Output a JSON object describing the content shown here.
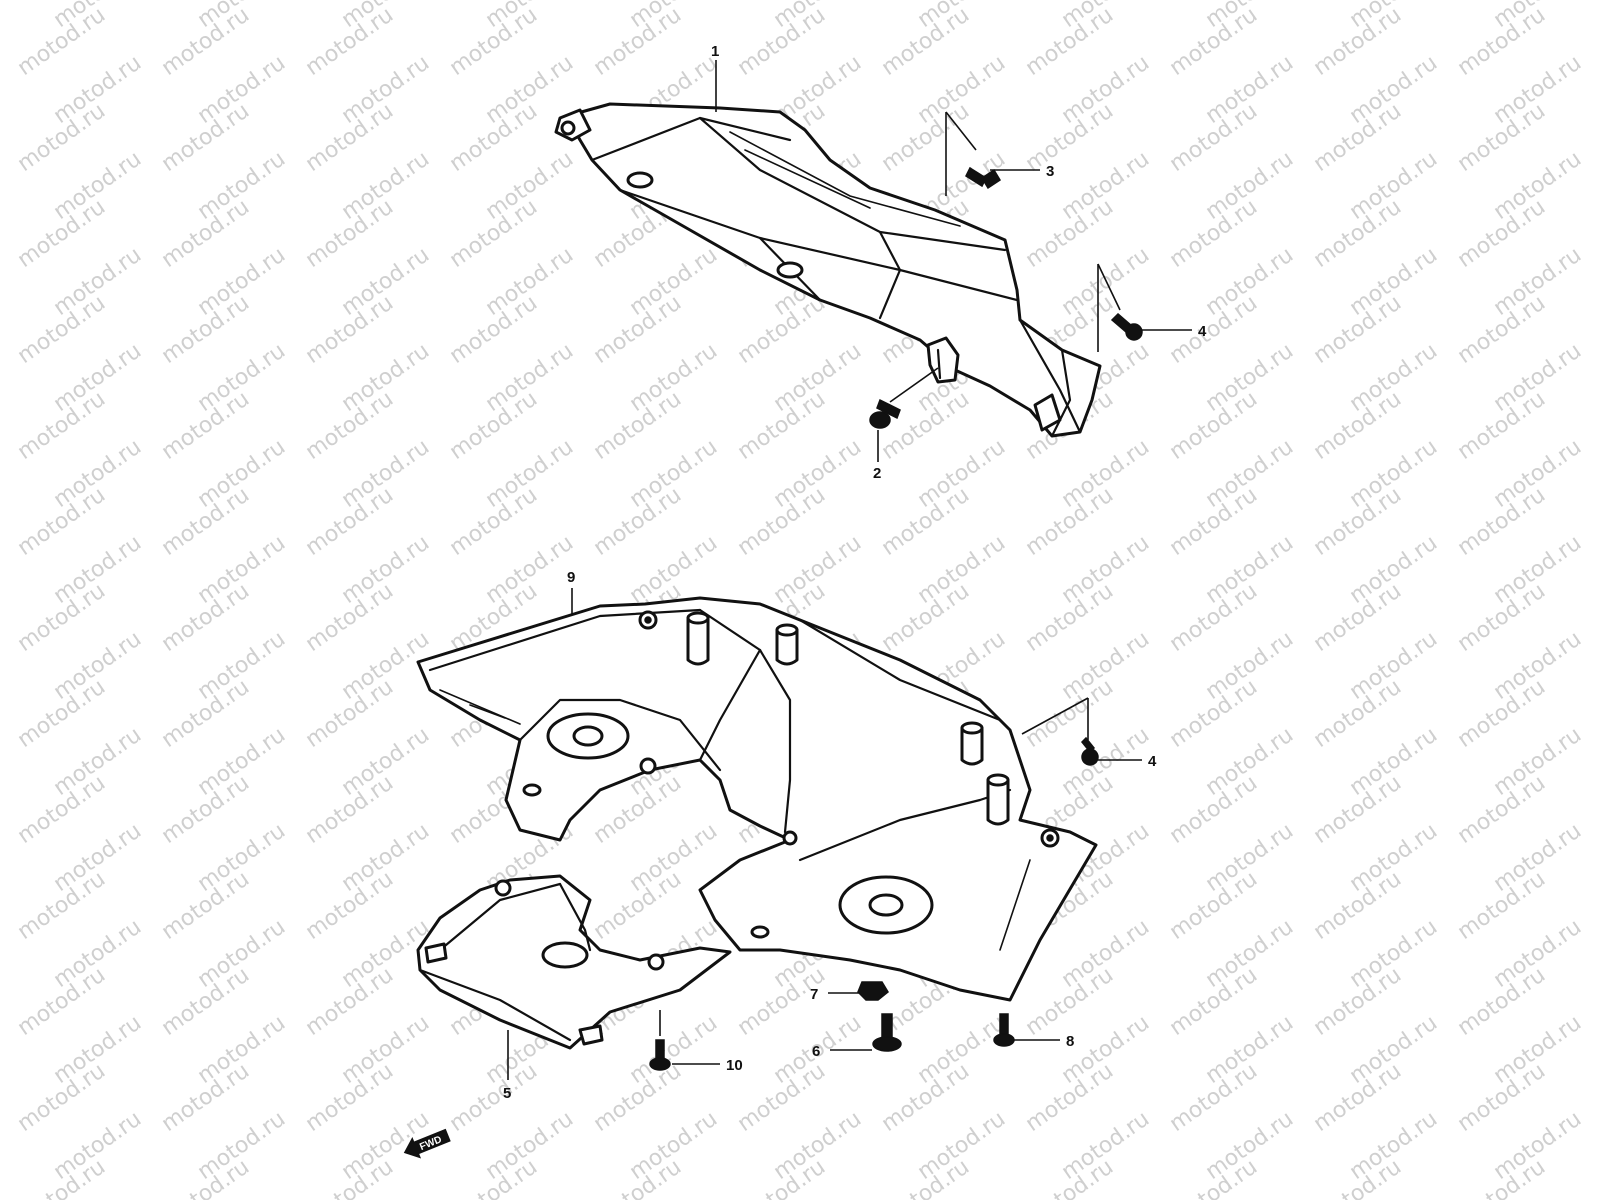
{
  "diagram": {
    "watermark_text": "motod.ru",
    "direction_marker": "FWD",
    "part_callouts": [
      {
        "id": "1",
        "label": "1"
      },
      {
        "id": "2",
        "label": "2"
      },
      {
        "id": "3",
        "label": "3"
      },
      {
        "id": "4a",
        "label": "4"
      },
      {
        "id": "4b",
        "label": "4"
      },
      {
        "id": "5",
        "label": "5"
      },
      {
        "id": "6",
        "label": "6"
      },
      {
        "id": "7",
        "label": "7"
      },
      {
        "id": "8",
        "label": "8"
      },
      {
        "id": "9",
        "label": "9"
      },
      {
        "id": "10",
        "label": "10"
      }
    ]
  }
}
